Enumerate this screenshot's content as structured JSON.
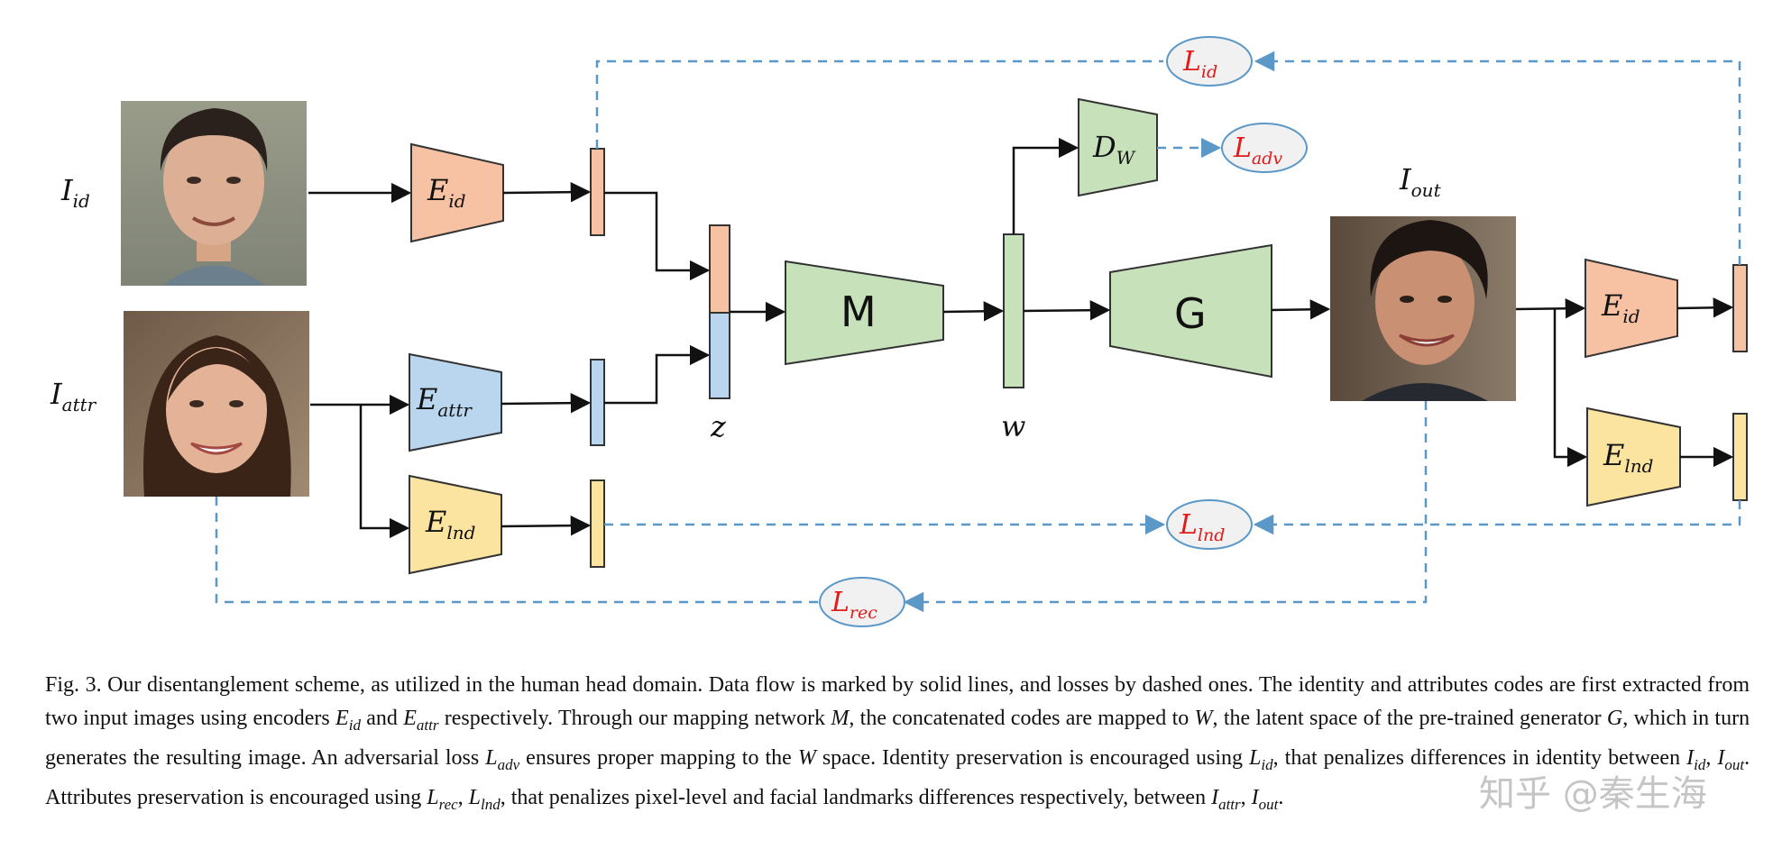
{
  "colors": {
    "id_encoder": "#f7c1a3",
    "attr_encoder": "#bad6ee",
    "lnd_encoder": "#fbe3a0",
    "green_block": "#c7e2bb",
    "dashed": "#5b98c8",
    "loss_text": "#e11a1a",
    "loss_fill": "#f1f1f1"
  },
  "labels": {
    "I_id": {
      "base": "I",
      "sub": "id"
    },
    "I_attr": {
      "base": "I",
      "sub": "attr"
    },
    "I_out": {
      "base": "I",
      "sub": "out"
    },
    "E_id": {
      "base": "E",
      "sub": "id"
    },
    "E_attr": {
      "base": "E",
      "sub": "attr"
    },
    "E_lnd": {
      "base": "E",
      "sub": "lnd"
    },
    "D_W": {
      "base": "D",
      "sub": "W"
    },
    "M": "M",
    "G": "G",
    "z": "z",
    "w": "w"
  },
  "losses": {
    "id": {
      "base": "L",
      "sub": "id"
    },
    "adv": {
      "base": "L",
      "sub": "adv"
    },
    "lnd": {
      "base": "L",
      "sub": "lnd"
    },
    "rec": {
      "base": "L",
      "sub": "rec"
    }
  },
  "icons": [
    "face-photo-id",
    "face-photo-attr",
    "face-photo-out"
  ],
  "caption": {
    "fig": "Fig. 3.",
    "s1": "Our disentanglement scheme, as utilized in the human head domain. Data flow is marked by solid lines, and losses by dashed ones. The identity and attributes codes are first extracted from two input images using encoders",
    "e_id": "E",
    "e_id_sub": "id",
    "and": "and",
    "e_attr": "E",
    "e_attr_sub": "attr",
    "s2": "respectively. Through our mapping network",
    "m": "M",
    "s3": ", the concatenated codes are mapped to",
    "w1": "W",
    "s4": ", the latent space of the pre-trained generator",
    "g": "G",
    "s5": ", which in turn generates the resulting image. An adversarial loss",
    "l_adv": "L",
    "l_adv_sub": "adv",
    "s6": "ensures proper mapping to the",
    "w2": "W",
    "s7": "space. Identity preservation is encouraged using",
    "l_id": "L",
    "l_id_sub": "id",
    "s8": ", that penalizes differences in identity between",
    "i_id": "I",
    "i_id_sub": "id",
    "comma1": ",",
    "i_out": "I",
    "i_out_sub": "out",
    "s9": ". Attributes preservation is encouraged using",
    "l_rec": "L",
    "l_rec_sub": "rec",
    "comma2": ",",
    "l_lnd": "L",
    "l_lnd_sub": "lnd",
    "s10": ", that penalizes pixel-level and facial landmarks differences respectively, between",
    "i_attr": "I",
    "i_attr_sub": "attr",
    "comma3": ",",
    "i_out2": "I",
    "i_out2_sub": "out",
    "end": "."
  },
  "watermark": "知乎 @秦生海"
}
